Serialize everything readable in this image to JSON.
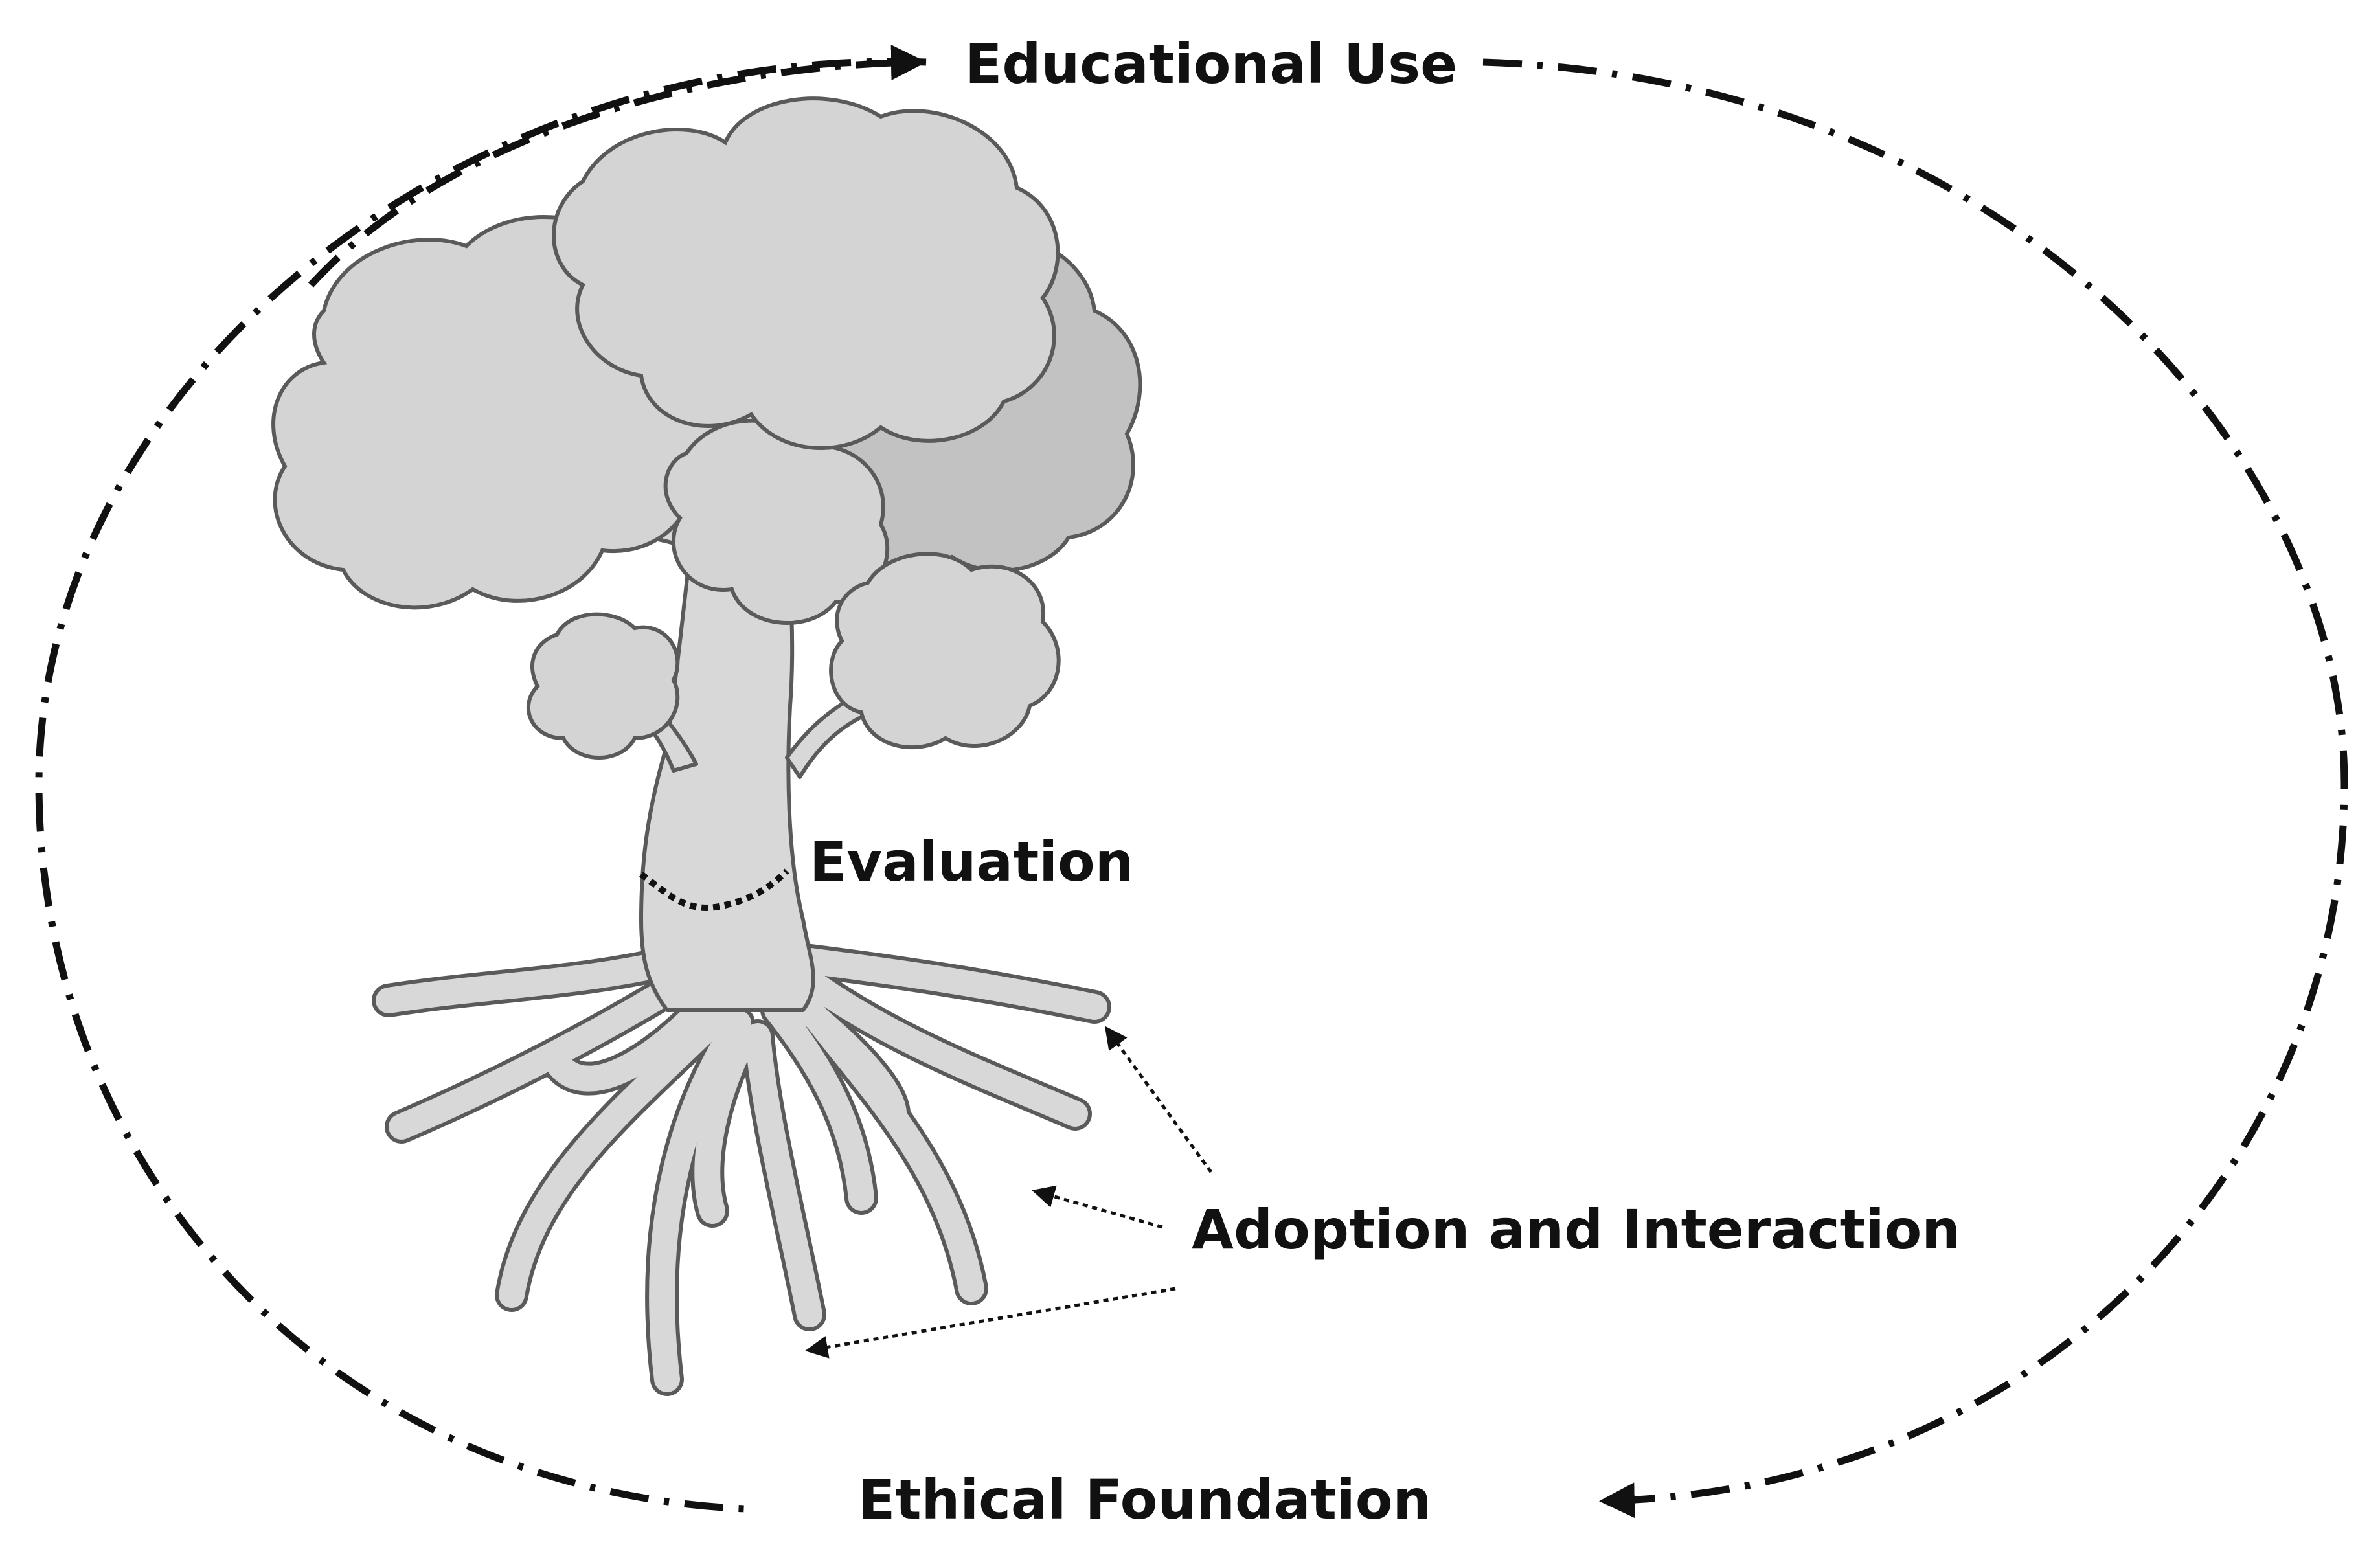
{
  "diagram": {
    "labels": {
      "top": "Educational Use",
      "middle": "Evaluation",
      "roots": "Adoption and Interaction",
      "bottom": "Ethical Foundation"
    },
    "icons": {
      "tree": "tree-icon"
    }
  }
}
